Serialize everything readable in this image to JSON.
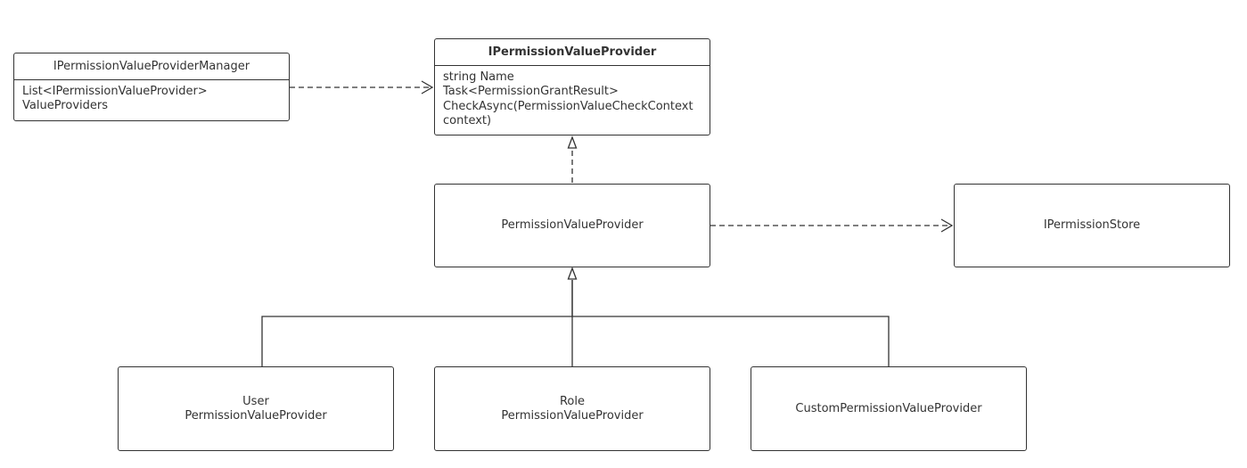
{
  "diagram": {
    "manager": {
      "name": "IPermissionValueProviderManager",
      "members": [
        "List<IPermissionValueProvider>",
        "ValueProviders"
      ]
    },
    "value_provider_interface": {
      "name": "IPermissionValueProvider",
      "members": [
        "string Name",
        "Task<PermissionGrantResult>",
        "CheckAsync(PermissionValueCheckContext",
        "context)"
      ]
    },
    "value_provider_base": {
      "name": "PermissionValueProvider"
    },
    "permission_store": {
      "name": "IPermissionStore"
    },
    "user_provider": {
      "line1": "User",
      "line2": "PermissionValueProvider"
    },
    "role_provider": {
      "line1": "Role",
      "line2": "PermissionValueProvider"
    },
    "custom_provider": {
      "name": "CustomPermissionValueProvider"
    },
    "relations": [
      {
        "from": "manager",
        "to": "value_provider_interface",
        "kind": "dependency"
      },
      {
        "from": "value_provider_base",
        "to": "value_provider_interface",
        "kind": "realization"
      },
      {
        "from": "value_provider_base",
        "to": "permission_store",
        "kind": "dependency"
      },
      {
        "from": "user_provider",
        "to": "value_provider_base",
        "kind": "generalization"
      },
      {
        "from": "role_provider",
        "to": "value_provider_base",
        "kind": "generalization"
      },
      {
        "from": "custom_provider",
        "to": "value_provider_base",
        "kind": "generalization"
      }
    ],
    "colors": {
      "stroke": "#333333",
      "background": "#ffffff"
    }
  }
}
